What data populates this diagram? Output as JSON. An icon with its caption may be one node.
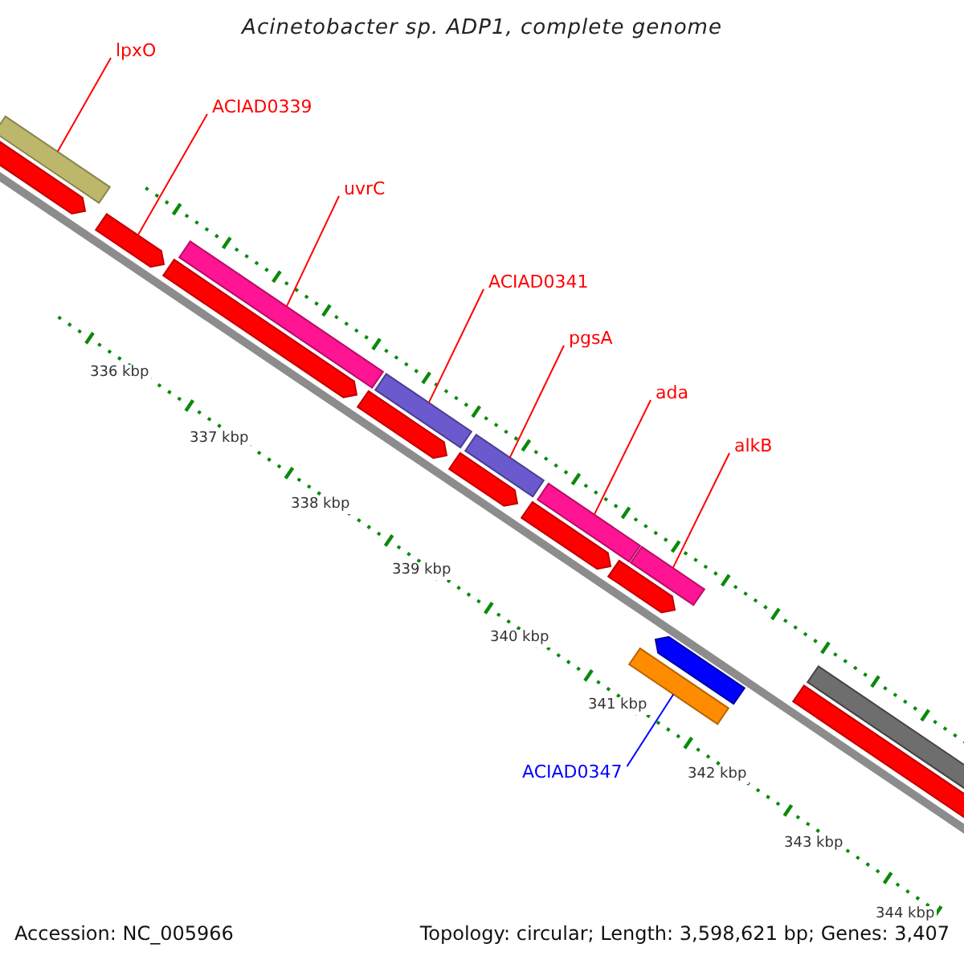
{
  "diagram": {
    "title": "Acinetobacter sp. ADP1, complete genome",
    "nodes": [
      {
        "text": [
          "lpxO"
        ]
      },
      {
        "text": [],
        "shape": "bar"
      },
      {
        "text": [
          "ACIAD0339"
        ]
      },
      {
        "text": [],
        "shape": "bar"
      },
      {
        "text": [
          "uvrC"
        ]
      },
      {
        "text": [],
        "shape": "bar"
      },
      {
        "text": [
          "ACIAD0341"
        ]
      },
      {
        "text": [],
        "shape": "bar"
      },
      {
        "text": [
          "pgsA"
        ]
      },
      {
        "text": [],
        "shape": "bar"
      },
      {
        "text": [
          "ada"
        ]
      },
      {
        "text": [],
        "shape": "bar"
      },
      {
        "text": [
          "alkB"
        ]
      },
      {
        "text": [],
        "shape": "bar"
      },
      {
        "text": [
          "ACIAD0347"
        ]
      },
      {
        "text": [],
        "shape": "bar"
      }
    ],
    "edges": [
      {
        "from": 0,
        "to": 1,
        "arrow": "none"
      },
      {
        "from": 2,
        "to": 3,
        "arrow": "none"
      },
      {
        "from": 4,
        "to": 5,
        "arrow": "none"
      },
      {
        "from": 6,
        "to": 7,
        "arrow": "none"
      },
      {
        "from": 8,
        "to": 9,
        "arrow": "none"
      },
      {
        "from": 10,
        "to": 11,
        "arrow": "none"
      },
      {
        "from": 12,
        "to": 13,
        "arrow": "none"
      },
      {
        "from": 14,
        "to": 15,
        "arrow": "none",
        "color": "#0000ff"
      }
    ],
    "labels": [
      "336 kbp",
      "337 kbp",
      "338 kbp",
      "339 kbp",
      "340 kbp",
      "341 kbp",
      "342 kbp",
      "343 kbp",
      "344 kbp",
      "Accession: NC_005966",
      "Topology: circular; Length: 3,598,621 bp; Genes: 3,407"
    ]
  }
}
